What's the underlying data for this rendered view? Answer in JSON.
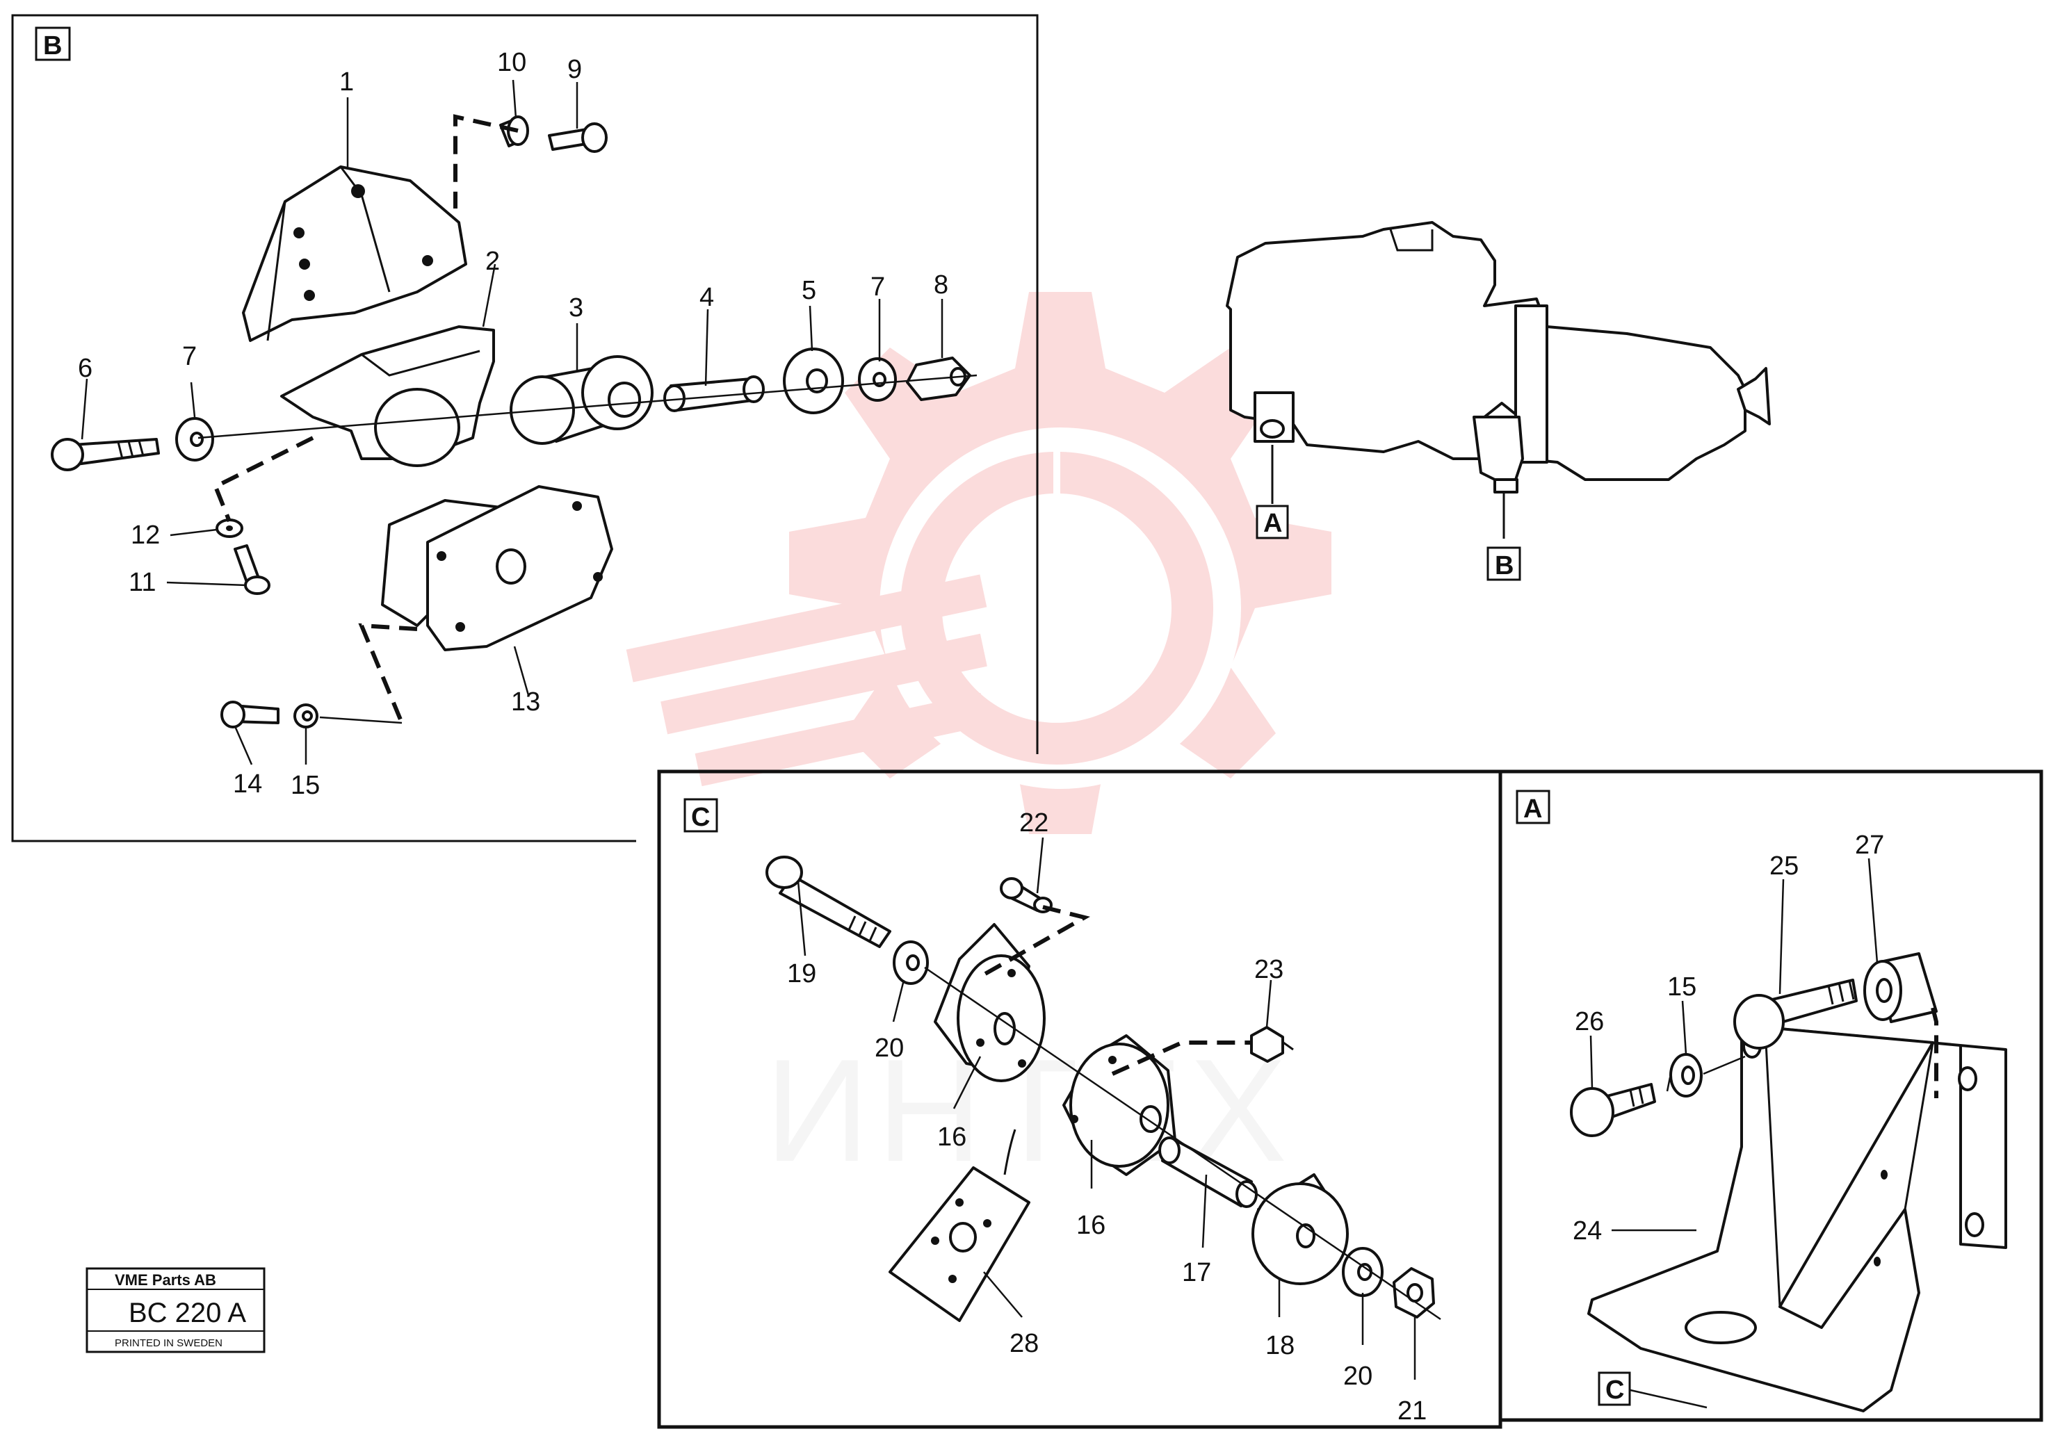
{
  "sections": {
    "B": "B",
    "C": "C",
    "A": "A"
  },
  "assembly_callouts": {
    "A": "A",
    "B": "B"
  },
  "stamp": {
    "company": "VME Parts AB",
    "code": "BC 220 A",
    "printed": "PRINTED IN SWEDEN"
  },
  "watermark": {
    "text": "ИНТЕХ",
    "color": "#f08080"
  },
  "part_numbers": {
    "p1": "1",
    "p2": "2",
    "p3": "3",
    "p4": "4",
    "p5": "5",
    "p6": "6",
    "p7a": "7",
    "p7b": "7",
    "p8": "8",
    "p9": "9",
    "p10": "10",
    "p11": "11",
    "p12": "12",
    "p13": "13",
    "p14": "14",
    "p15a": "15",
    "p15b": "15",
    "p16a": "16",
    "p16b": "16",
    "p17": "17",
    "p18": "18",
    "p19": "19",
    "p20a": "20",
    "p20b": "20",
    "p21": "21",
    "p22": "22",
    "p23": "23",
    "p24": "24",
    "p25": "25",
    "p26": "26",
    "p27": "27",
    "p28": "28"
  },
  "inset_ref": {
    "C": "C"
  }
}
